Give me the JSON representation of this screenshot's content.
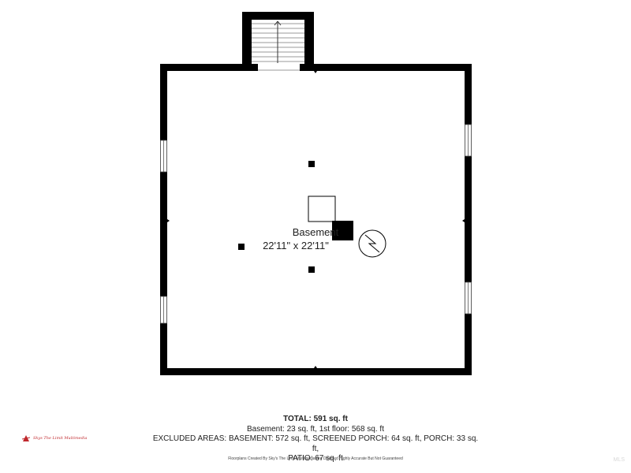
{
  "room": {
    "name": "Basement",
    "dimensions": "22'11\" x 22'11\""
  },
  "summary": {
    "total": "TOTAL: 591 sq. ft",
    "line1": "Basement: 23 sq. ft, 1st floor: 568 sq. ft",
    "line2": "EXCLUDED AREAS: BASEMENT: 572 sq. ft, SCREENED PORCH: 64 sq. ft, PORCH: 33 sq. ft,",
    "line3": "PATIO: 67 sq. ft"
  },
  "disclaimer": "Floorplans Created By Sky's The Limit Multimedia Are Deemed Highly Accurate But Not Guaranteed",
  "logo_text": "Skys The Limit Multimedia",
  "watermark": "MLS",
  "colors": {
    "wall": "#000000",
    "logo": "#c0282d",
    "text": "#222222"
  },
  "icons": [
    "stairs-icon",
    "up-arrow-icon",
    "water-heater-icon",
    "electrical-panel-icon",
    "window-icon",
    "logo-icon"
  ]
}
